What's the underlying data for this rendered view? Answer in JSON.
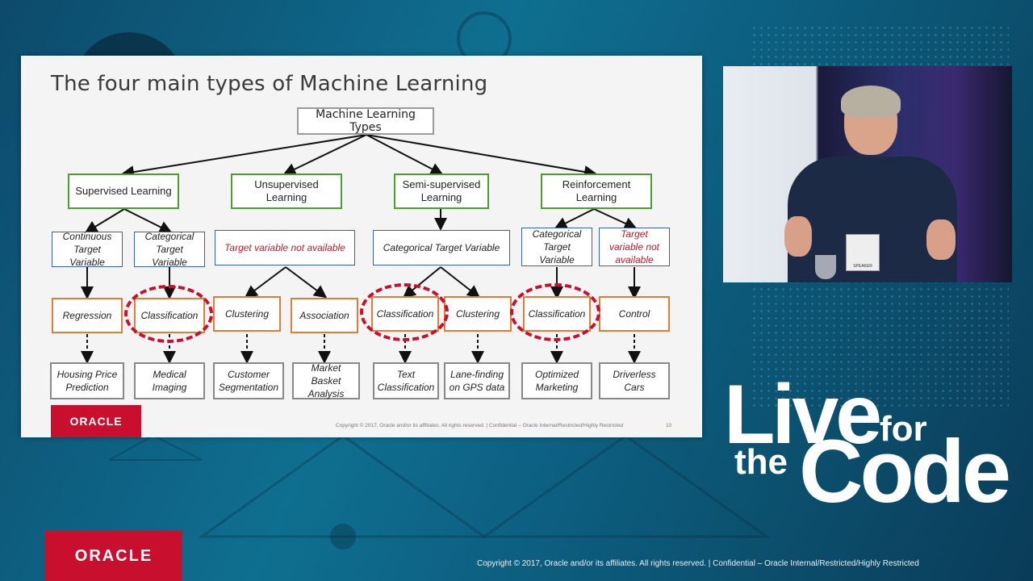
{
  "slide": {
    "title": "The four main types of Machine Learning",
    "root": "Machine Learning Types",
    "categories": [
      "Supervised Learning",
      "Unsupervised Learning",
      "Semi-supervised Learning",
      "Reinforcement Learning"
    ],
    "targets": [
      "Continuous Target Variable",
      "Categorical Target Variable",
      "Target variable not available",
      "Categorical Target Variable",
      "Categorical Target Variable",
      "Target variable not available"
    ],
    "tasks": [
      "Regression",
      "Classification",
      "Clustering",
      "Association",
      "Classification",
      "Clustering",
      "Classification",
      "Control"
    ],
    "examples": [
      "Housing Price Prediction",
      "Medical Imaging",
      "Customer Segmentation",
      "Market Basket Analysis",
      "Text Classification",
      "Lane-finding on GPS data",
      "Optimized Marketing",
      "Driverless Cars"
    ],
    "logo": "ORACLE",
    "footer": "Copyright © 2017, Oracle and/or its affiliates. All rights reserved.  |  Confidential – Oracle Internal/Restricted/Highly Restricted",
    "page_number": "10",
    "highlight_color": "#c8102e"
  },
  "branding": {
    "line1": "Live",
    "line1_small": "for",
    "line2_small": "the",
    "line2": "Code"
  },
  "footer": {
    "logo": "ORACLE",
    "copyright": "Copyright © 2017, Oracle and/or its affiliates. All rights reserved.  |  Confidential – Oracle Internal/Restricted/Highly Restricted"
  },
  "video": {
    "badge_label": "SPEAKER"
  }
}
